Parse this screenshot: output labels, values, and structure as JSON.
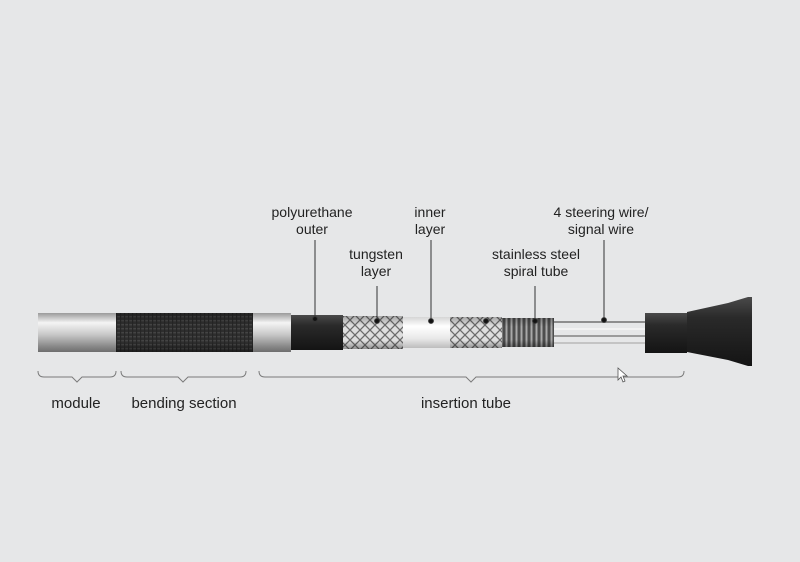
{
  "callouts": {
    "polyurethane_outer": [
      "polyurethane",
      "outer"
    ],
    "tungsten_layer": [
      "tungsten",
      "layer"
    ],
    "inner_layer": [
      "inner",
      "layer"
    ],
    "stainless_steel_spiral_tube": [
      "stainless steel",
      "spiral tube"
    ],
    "steering_signal_wire": [
      "4 steering wire/",
      "signal wire"
    ]
  },
  "sections": {
    "module": "module",
    "bending_section": "bending section",
    "insertion_tube": "insertion tube"
  },
  "colors": {
    "background": "#e6e7e8",
    "text": "#222222",
    "bracket": "#7a7a7a",
    "dark_sheath": "#2b2b2b"
  }
}
